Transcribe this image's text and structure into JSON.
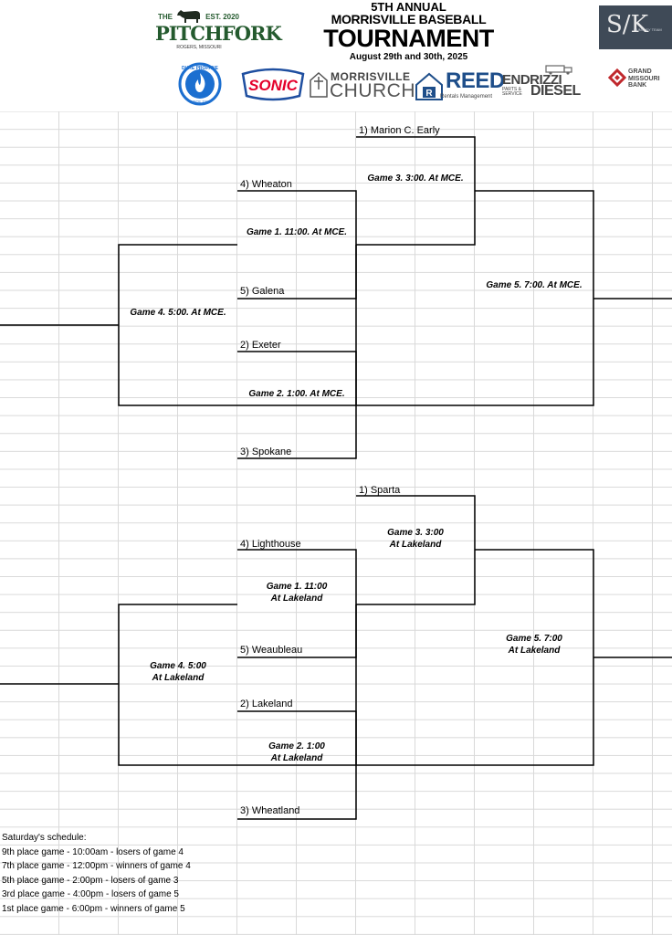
{
  "header": {
    "title_line1": "5TH ANNUAL",
    "title_line2": "MORRISVILLE BASEBALL",
    "title_line3": "TOURNAMENT",
    "dates": "August 29th and 30th, 2025",
    "sponsors": {
      "pitchfork": {
        "the": "THE",
        "est": "EST. 2020",
        "name": "PITCHFORK",
        "location": "ROGERS, MISSOURI"
      },
      "sk": {
        "mark": "S/K",
        "subtitle": "HUNTLEY TEAM"
      },
      "propane": {
        "top": "DUKE PROPANE",
        "bottom": "SINCE 1991"
      },
      "sonic": "SONIC",
      "church": {
        "line1": "MORRISVILLE",
        "line2": "CHURCH"
      },
      "reed": {
        "name": "REED",
        "sub": "Rentals Management"
      },
      "endrizzi": {
        "line1": "ENDRIZZI",
        "sub": "PARTS & SERVICE",
        "line2": "DIESEL"
      },
      "bank": {
        "line1": "GRAND",
        "line2": "MISSOURI",
        "line3": "BANK"
      }
    },
    "colors": {
      "pitchfork_green": "#245a2e",
      "sonic_red": "#e4002b",
      "sonic_blue": "#1f4fa0",
      "reed_blue": "#1e4e8a",
      "propane_blue": "#1c6fd0",
      "bank_red": "#c0282d",
      "sk_slate": "#3f4a57"
    }
  },
  "mce_bracket": {
    "teams": {
      "seed1": "1) Marion C. Early",
      "seed4": "4) Wheaton",
      "seed5": "5) Galena",
      "seed2": "2) Exeter",
      "seed3": "3) Spokane"
    },
    "games": {
      "game1": "Game 1. 11:00. At MCE.",
      "game2": "Game 2. 1:00. At MCE.",
      "game3": "Game 3. 3:00. At MCE.",
      "game4": "Game 4. 5:00. At MCE.",
      "game5": "Game 5. 7:00. At MCE."
    }
  },
  "lakeland_bracket": {
    "teams": {
      "seed1": "1) Sparta",
      "seed4": "4) Lighthouse",
      "seed5": "5) Weaubleau",
      "seed2": "2) Lakeland",
      "seed3": "3) Wheatland"
    },
    "games": {
      "game1_line1": "Game 1. 11:00",
      "game1_line2": "At Lakeland",
      "game2_line1": "Game 2. 1:00",
      "game2_line2": "At Lakeland",
      "game3_line1": "Game 3. 3:00",
      "game3_line2": "At Lakeland",
      "game4_line1": "Game 4. 5:00",
      "game4_line2": "At Lakeland",
      "game5_line1": "Game 5. 7:00",
      "game5_line2": "At Lakeland"
    }
  },
  "schedule": {
    "heading": "Saturday's schedule:",
    "items": [
      "9th place game - 10:00am - losers of game 4",
      "7th place game - 12:00pm - winners of game 4",
      "5th place game - 2:00pm - losers of game 3",
      "3rd place game - 4:00pm - losers of game 5",
      "1st place game - 6:00pm - winners of game 5"
    ]
  }
}
